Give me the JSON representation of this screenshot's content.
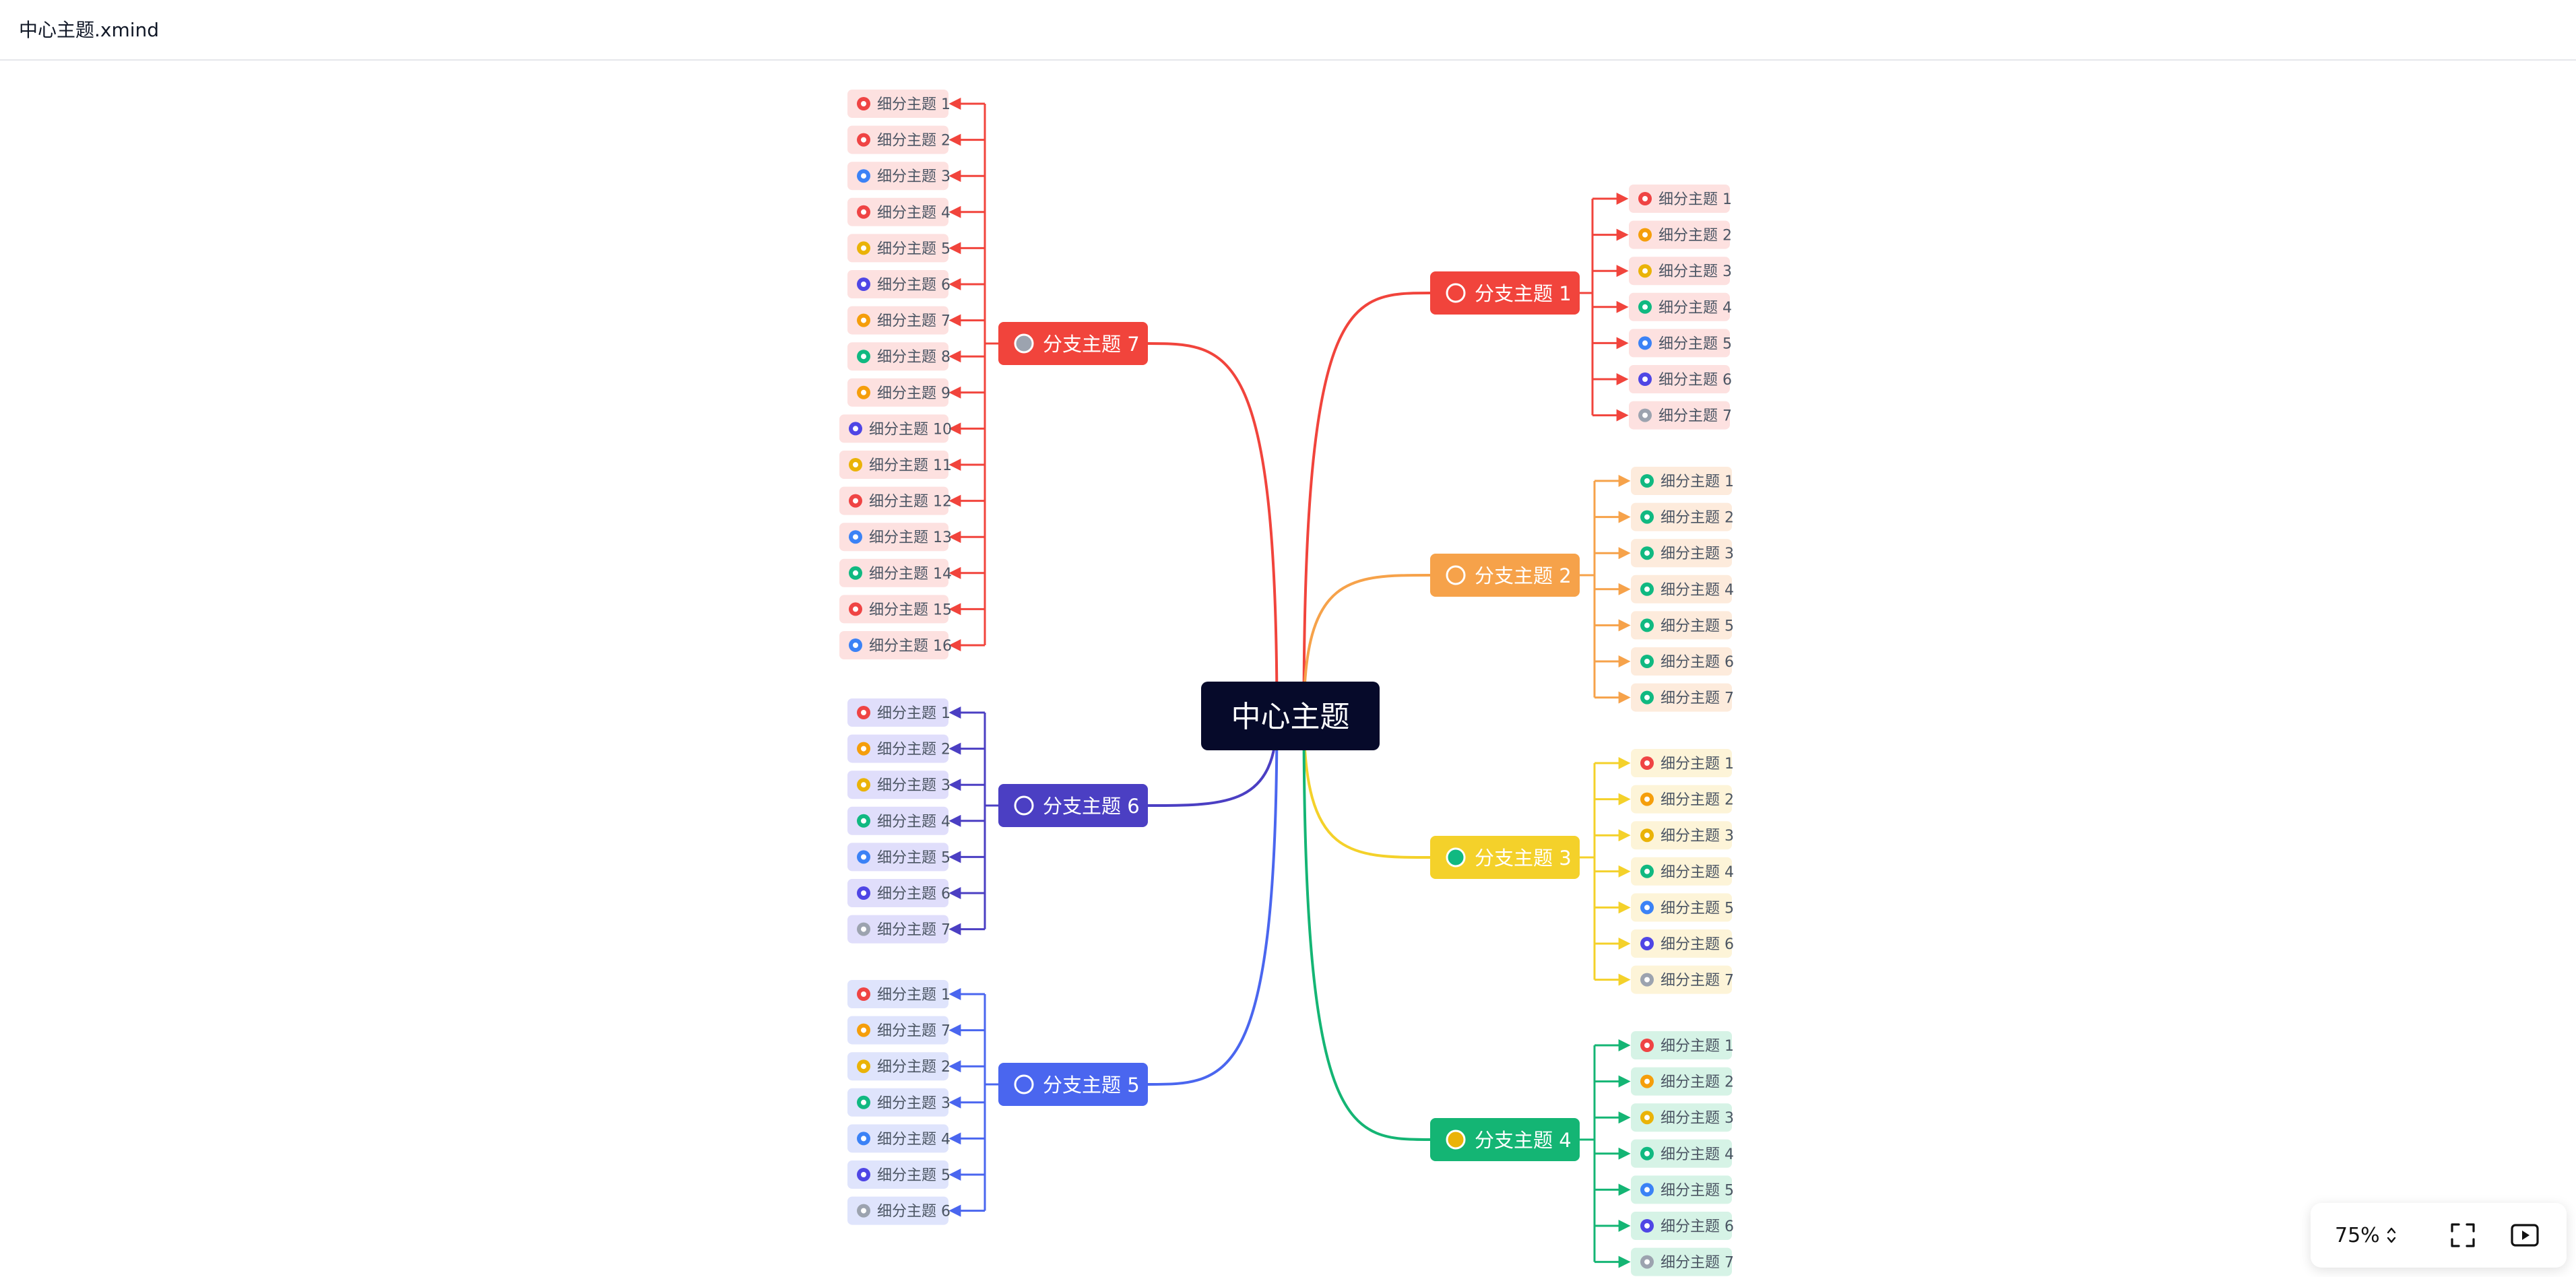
{
  "file": {
    "title": "中心主题.xmind"
  },
  "map": {
    "center": {
      "label": "中心主题",
      "color": "#060a2a"
    },
    "branches": [
      {
        "label": "分支主题 1",
        "color": "#f1443c",
        "markerColor": "#f1443c",
        "chipBg": "#fde1e0",
        "icons": [
          "priority-1-icon",
          "priority-2-icon",
          "priority-3-icon",
          "priority-4-icon",
          "priority-5-icon",
          "priority-6-icon",
          "priority-7-icon"
        ],
        "iconColors": [
          "#ef4444",
          "#f59e0b",
          "#eab308",
          "#10b981",
          "#3b82f6",
          "#4f46e5",
          "#9ca3af"
        ],
        "items": [
          "细分主题 1",
          "细分主题 2",
          "细分主题 3",
          "细分主题 4",
          "细分主题 5",
          "细分主题 6",
          "细分主题 7"
        ]
      },
      {
        "label": "分支主题 2",
        "color": "#f6a24a",
        "markerColor": "#f6a24a",
        "chipBg": "#fdebdc",
        "icons": [
          "progress-start-icon",
          "progress-1-icon",
          "progress-2-icon",
          "progress-half-icon",
          "progress-3-icon",
          "progress-full-icon",
          "progress-done-icon"
        ],
        "iconColors": [
          "#10b981",
          "#10b981",
          "#10b981",
          "#10b981",
          "#10b981",
          "#10b981",
          "#10b981"
        ],
        "items": [
          "细分主题 1",
          "细分主题 2",
          "细分主题 3",
          "细分主题 4",
          "细分主题 5",
          "细分主题 6",
          "细分主题 7"
        ]
      },
      {
        "label": "分支主题 3",
        "color": "#f4d12a",
        "markerColor": "#10b981",
        "chipBg": "#fdf4d8",
        "icons": [
          "star-red-icon",
          "star-orange-icon",
          "star-yellow-icon",
          "star-green-icon",
          "star-blue-icon",
          "star-purple-icon",
          "star-gray-icon"
        ],
        "iconColors": [
          "#ef4444",
          "#f59e0b",
          "#eab308",
          "#10b981",
          "#3b82f6",
          "#4f46e5",
          "#9ca3af"
        ],
        "items": [
          "细分主题 1",
          "细分主题 2",
          "细分主题 3",
          "细分主题 4",
          "细分主题 5",
          "细分主题 6",
          "细分主题 7"
        ]
      },
      {
        "label": "分支主题 4",
        "color": "#14b574",
        "markerColor": "#eab308",
        "chipBg": "#d6f3e6",
        "icons": [
          "flag-red-icon",
          "flag-orange-icon",
          "flag-yellow-icon",
          "flag-green-icon",
          "flag-blue-icon",
          "flag-purple-icon",
          "flag-gray-icon"
        ],
        "iconColors": [
          "#ef4444",
          "#f59e0b",
          "#eab308",
          "#10b981",
          "#3b82f6",
          "#4f46e5",
          "#9ca3af"
        ],
        "items": [
          "细分主题 1",
          "细分主题 2",
          "细分主题 3",
          "细分主题 4",
          "细分主题 5",
          "细分主题 6",
          "细分主题 7"
        ]
      },
      {
        "label": "分支主题 5",
        "color": "#4a66ef",
        "markerColor": "#4a66ef",
        "chipBg": "#dfe4fc",
        "icons": [
          "star-red-icon",
          "star-orange-icon",
          "star-yellow-icon",
          "star-green-icon",
          "star-blue-icon",
          "star-purple-icon",
          "star-gray-icon"
        ],
        "iconColors": [
          "#ef4444",
          "#f59e0b",
          "#eab308",
          "#10b981",
          "#3b82f6",
          "#4f46e5",
          "#9ca3af"
        ],
        "items": [
          "细分主题 1",
          "细分主题 7",
          "细分主题 2",
          "细分主题 3",
          "细分主题 4",
          "细分主题 5",
          "细分主题 6"
        ]
      },
      {
        "label": "分支主题 6",
        "color": "#4b3fc3",
        "markerColor": "#4b3fc3",
        "chipBg": "#e0defb",
        "icons": [
          "person-red-icon",
          "person-orange-icon",
          "person-yellow-icon",
          "person-green-icon",
          "person-blue-icon",
          "person-purple-icon",
          "person-gray-icon"
        ],
        "iconColors": [
          "#ef4444",
          "#f59e0b",
          "#eab308",
          "#10b981",
          "#3b82f6",
          "#4f46e5",
          "#9ca3af"
        ],
        "items": [
          "细分主题 1",
          "细分主题 2",
          "细分主题 3",
          "细分主题 4",
          "细分主题 5",
          "细分主题 6",
          "细分主题 7"
        ]
      },
      {
        "label": "分支主题 7",
        "color": "#f1443c",
        "markerColor": "#9ca3af",
        "chipBg": "#fde1e0",
        "icons": [
          "heart-icon",
          "fire-icon",
          "tag-icon",
          "rocket-icon",
          "bulb-icon",
          "bolt-icon",
          "clock-icon",
          "check-icon",
          "pencil-icon",
          "music-icon",
          "car-icon",
          "globe-icon",
          "plus-icon",
          "gear-icon",
          "exclamation-icon",
          "question-icon"
        ],
        "iconColors": [
          "#ef4444",
          "#ef4444",
          "#3b82f6",
          "#ef4444",
          "#eab308",
          "#4f46e5",
          "#f59e0b",
          "#10b981",
          "#f59e0b",
          "#4f46e5",
          "#eab308",
          "#ef4444",
          "#3b82f6",
          "#10b981",
          "#ef4444",
          "#3b82f6"
        ],
        "items": [
          "细分主题 1",
          "细分主题 2",
          "细分主题 3",
          "细分主题 4",
          "细分主题 5",
          "细分主题 6",
          "细分主题 7",
          "细分主题 8",
          "细分主题 9",
          "细分主题 10",
          "细分主题 11",
          "细分主题 12",
          "细分主题 13",
          "细分主题 14",
          "细分主题 15",
          "细分主题 16"
        ]
      }
    ]
  },
  "toolbar": {
    "zoom": "75%",
    "fullscreen_icon": "fullscreen-icon",
    "present_icon": "play-icon"
  }
}
